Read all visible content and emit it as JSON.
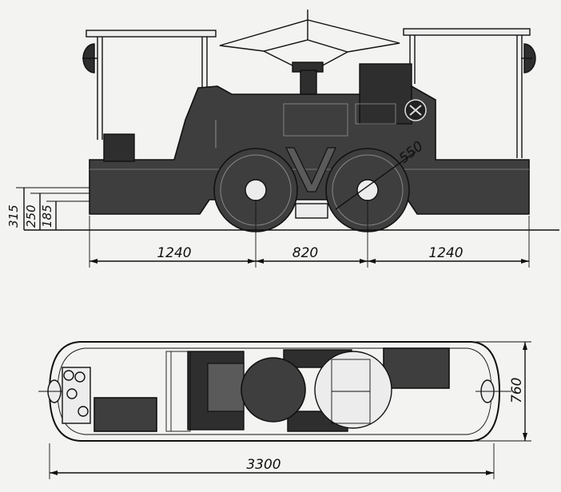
{
  "dimensions": {
    "side": {
      "overhang_left": "1240",
      "axle_spacing": "820",
      "overhang_right": "1240",
      "wheel_diameter": "550",
      "height_top": "315",
      "height_mid": "250",
      "height_low": "185"
    },
    "plan": {
      "overall_length": "3300",
      "overall_width": "760"
    }
  },
  "icons": [
    "headlamp-icon",
    "logo-emblem-icon",
    "pantograph-icon"
  ],
  "colors": {
    "ink": "#111111",
    "paper": "#f3f3f1",
    "shading": "#3e3e3e"
  }
}
